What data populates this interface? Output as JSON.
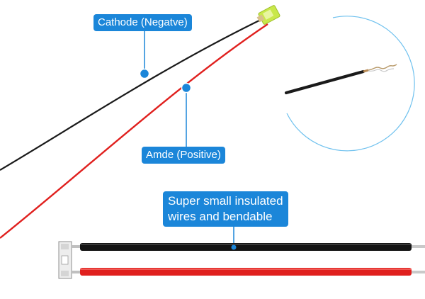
{
  "labels": {
    "cathode": "Cathode (Negatve)",
    "anode": "Amde (Positive)",
    "feature_line1": "Super small insulated",
    "feature_line2": "wires and bendable"
  },
  "colors": {
    "accent": "#1b86d9",
    "wire_negative": "#1a1a1a",
    "wire_positive": "#e0201e",
    "led_body": "#c9e84a"
  },
  "icons": [
    "led-chip",
    "callout-marker-dot",
    "magnifier-circle"
  ]
}
